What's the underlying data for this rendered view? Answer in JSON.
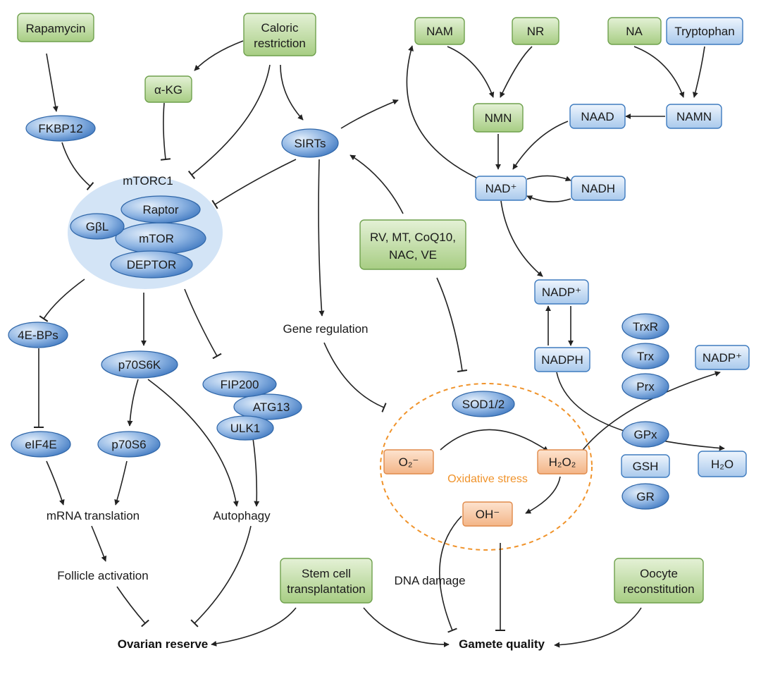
{
  "nodes": {
    "rapamycin": "Rapamycin",
    "caloric_restriction_1": "Caloric",
    "caloric_restriction_2": "restriction",
    "alpha_kg": "α-KG",
    "fkbp12": "FKBP12",
    "mtorc1": "mTORC1",
    "raptor": "Raptor",
    "gbl": "GβL",
    "mtor": "mTOR",
    "deptor": "DEPTOR",
    "sirts": "SIRTs",
    "nam": "NAM",
    "nr": "NR",
    "na": "NA",
    "tryptophan": "Tryptophan",
    "nmn": "NMN",
    "naad": "NAAD",
    "namn": "NAMN",
    "nad_plus": "NAD⁺",
    "nadh": "NADH",
    "antioxidants_1": "RV, MT, CoQ10,",
    "antioxidants_2": "NAC, VE",
    "nadp_plus_1": "NADP⁺",
    "nadph": "NADPH",
    "nadp_plus_2": "NADP⁺",
    "trxr": "TrxR",
    "trx": "Trx",
    "prx": "Prx",
    "gpx": "GPx",
    "gsh": "GSH",
    "gr": "GR",
    "h2o": "H₂O",
    "four_ebps": "4E-BPs",
    "p70s6k": "p70S6K",
    "fip200": "FIP200",
    "atg13": "ATG13",
    "ulk1": "ULK1",
    "eif4e": "eIF4E",
    "p70s6": "p70S6",
    "sod12": "SOD1/2",
    "superoxide": "O₂⁻",
    "h2o2": "H₂O₂",
    "hydroxyl": "OH⁻",
    "stem_cell_1": "Stem cell",
    "stem_cell_2": "transplantation",
    "oocyte_1": "Oocyte",
    "oocyte_2": "reconstitution"
  },
  "labels": {
    "gene_regulation": "Gene regulation",
    "mrna_translation": "mRNA translation",
    "autophagy": "Autophagy",
    "follicle_activation": "Follicle activation",
    "dna_damage": "DNA damage",
    "oxidative_stress": "Oxidative stress",
    "ovarian_reserve": "Ovarian reserve",
    "gamete_quality": "Gamete quality"
  },
  "colors": {
    "green_fill_top": "#e4f1d6",
    "green_fill_bottom": "#a7cd83",
    "green_border": "#6fa14d",
    "blue_fill_top": "#e6f0fb",
    "blue_fill_bottom": "#a9c9ec",
    "blue_border": "#3e7bbf",
    "ellipse_light": "#d7e6f7",
    "ellipse_dark": "#3f78c0",
    "orange_fill": "#f7c7a5",
    "orange_border": "#e08a4a",
    "oxidative_dash": "#f0932b",
    "complex_bg": "#d3e4f6",
    "arrow": "#222222"
  }
}
